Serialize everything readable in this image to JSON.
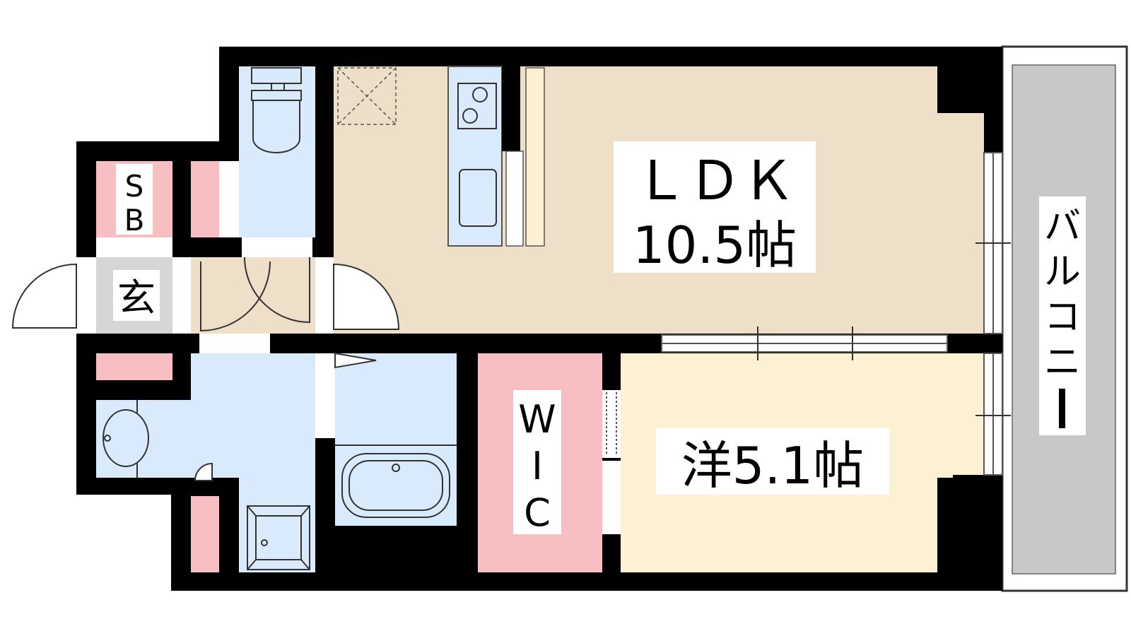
{
  "rooms": {
    "ldk": {
      "label": "ＬＤＫ",
      "size": "10.5帖"
    },
    "western": {
      "label": "洋5.1帖"
    },
    "wic": {
      "label": "WIC",
      "letters": [
        "W",
        "I",
        "C"
      ]
    },
    "shoe_box": {
      "letters": [
        "S",
        "B"
      ]
    },
    "entrance": {
      "label": "玄"
    },
    "balcony": {
      "label": "バルコニー",
      "chars": [
        "バ",
        "ル",
        "コ",
        "ニ",
        "ー"
      ]
    }
  },
  "colors": {
    "wall": "#000000",
    "ldk_floor": "#eedfc8",
    "western_floor": "#fcf1d3",
    "wet_area": "#d9eafc",
    "storage": "#f8bfc3",
    "entrance_floor": "#d6d6d6",
    "balcony": "#c8c8c8",
    "fixture_line": "#555555"
  }
}
